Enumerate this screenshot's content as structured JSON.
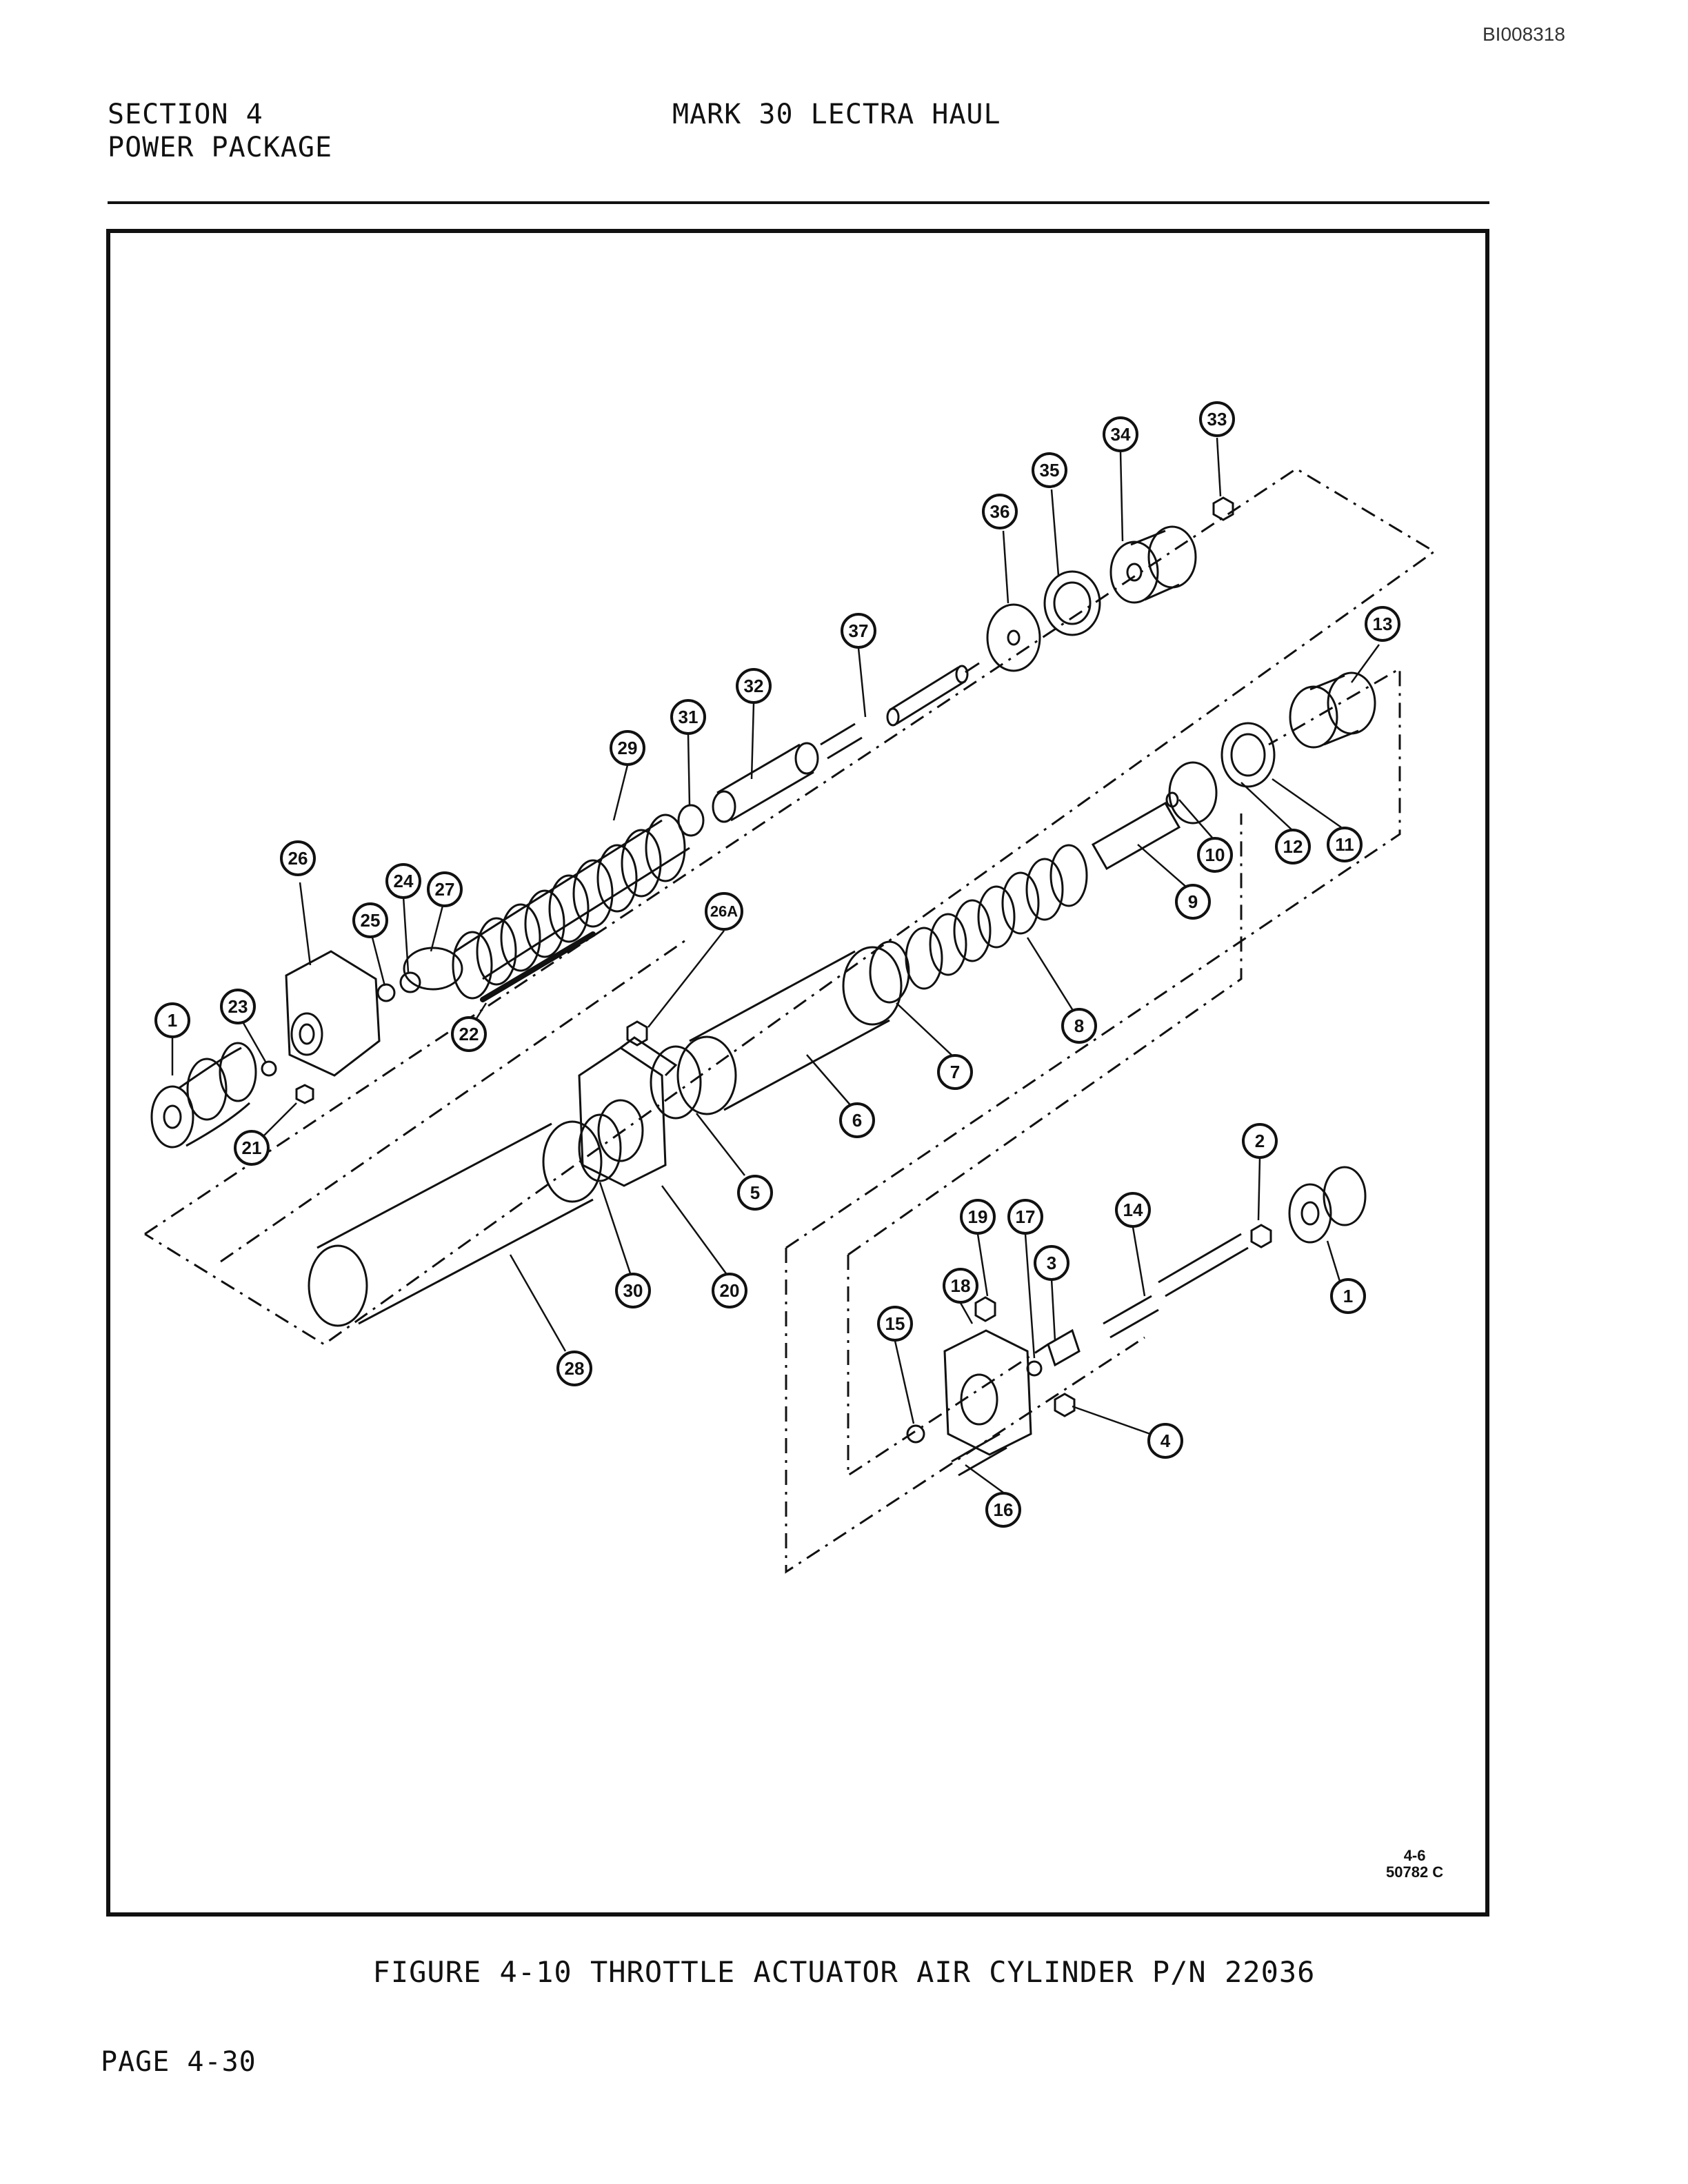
{
  "doc_id": "BI008318",
  "header": {
    "section_line1": "SECTION 4",
    "section_line2": "POWER PACKAGE",
    "title": "MARK 30 LECTRA HAUL"
  },
  "figure": {
    "caption": "FIGURE 4-10  THROTTLE ACTUATOR AIR CYLINDER P/N 22036",
    "drawing_ref_line1": "4-6",
    "drawing_ref_line2": "50782 C",
    "callouts": [
      "1",
      "23",
      "21",
      "26",
      "25",
      "24",
      "27",
      "22",
      "29",
      "31",
      "32",
      "37",
      "36",
      "35",
      "34",
      "33",
      "13",
      "11",
      "12",
      "10",
      "9",
      "8",
      "7",
      "6",
      "5",
      "20",
      "30",
      "28",
      "26A",
      "2",
      "1",
      "19",
      "17",
      "14",
      "3",
      "18",
      "15",
      "4",
      "16"
    ]
  },
  "footer": {
    "page": "PAGE 4-30"
  }
}
